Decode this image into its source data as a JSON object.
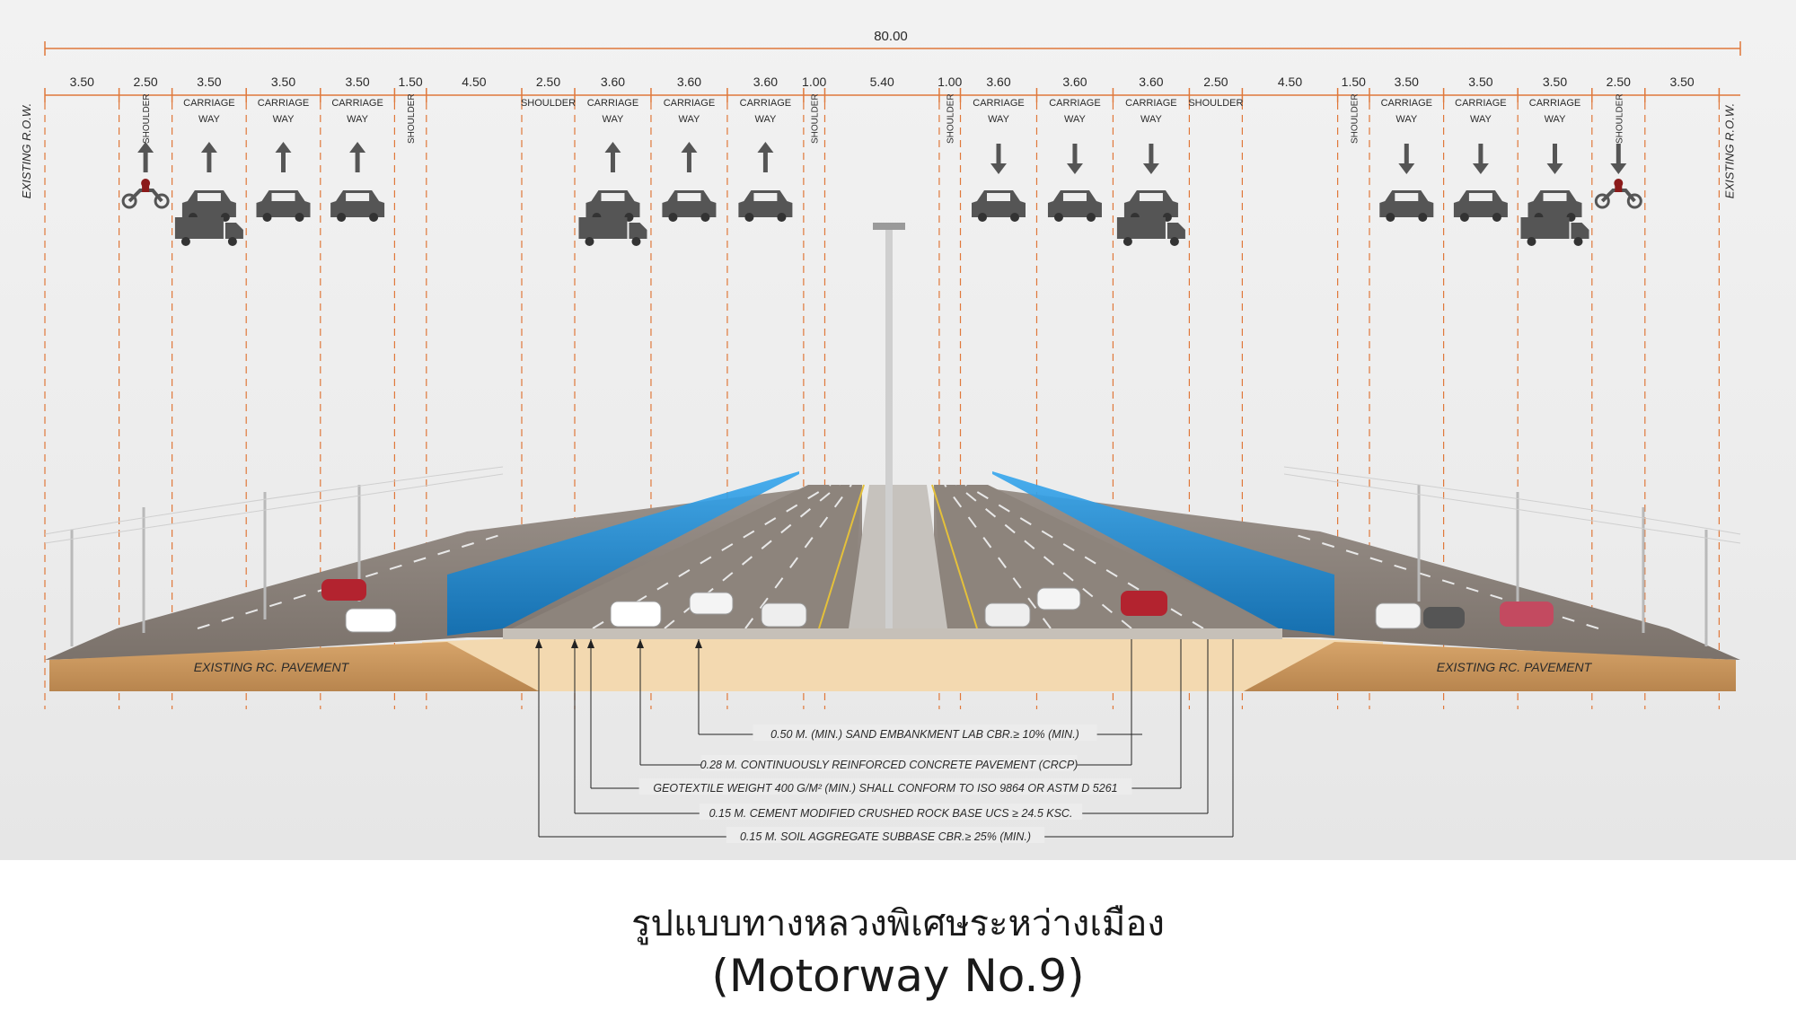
{
  "total_width": "80.00",
  "segments": [
    {
      "width": "3.50",
      "label": "EXISTING R.O.W.",
      "kind": "row-left"
    },
    {
      "width": "2.50",
      "label": "SHOULDER",
      "kind": "shoulder-vertical",
      "arrow": "up",
      "vehicles": [
        "motorcycle"
      ]
    },
    {
      "width": "3.50",
      "label": "CARRIAGE WAY",
      "kind": "lane",
      "arrow": "up",
      "vehicles": [
        "car",
        "truck"
      ]
    },
    {
      "width": "3.50",
      "label": "CARRIAGE WAY",
      "kind": "lane",
      "arrow": "up",
      "vehicles": [
        "car"
      ]
    },
    {
      "width": "3.50",
      "label": "CARRIAGE WAY",
      "kind": "lane",
      "arrow": "up",
      "vehicles": [
        "car"
      ]
    },
    {
      "width": "1.50",
      "label": "SHOULDER",
      "kind": "shoulder-vertical"
    },
    {
      "width": "4.50",
      "label": "",
      "kind": "gap"
    },
    {
      "width": "2.50",
      "label": "SHOULDER",
      "kind": "shoulder"
    },
    {
      "width": "3.60",
      "label": "CARRIAGE WAY",
      "kind": "lane",
      "arrow": "up",
      "vehicles": [
        "car",
        "truck"
      ]
    },
    {
      "width": "3.60",
      "label": "CARRIAGE WAY",
      "kind": "lane",
      "arrow": "up",
      "vehicles": [
        "car"
      ]
    },
    {
      "width": "3.60",
      "label": "CARRIAGE WAY",
      "kind": "lane",
      "arrow": "up",
      "vehicles": [
        "car"
      ]
    },
    {
      "width": "1.00",
      "label": "SHOULDER",
      "kind": "shoulder-vertical"
    },
    {
      "width": "5.40",
      "label": "",
      "kind": "median"
    },
    {
      "width": "1.00",
      "label": "SHOULDER",
      "kind": "shoulder-vertical"
    },
    {
      "width": "3.60",
      "label": "CARRIAGE WAY",
      "kind": "lane",
      "arrow": "down",
      "vehicles": [
        "car"
      ]
    },
    {
      "width": "3.60",
      "label": "CARRIAGE WAY",
      "kind": "lane",
      "arrow": "down",
      "vehicles": [
        "car"
      ]
    },
    {
      "width": "3.60",
      "label": "CARRIAGE WAY",
      "kind": "lane",
      "arrow": "down",
      "vehicles": [
        "car",
        "truck"
      ]
    },
    {
      "width": "2.50",
      "label": "SHOULDER",
      "kind": "shoulder"
    },
    {
      "width": "4.50",
      "label": "",
      "kind": "gap"
    },
    {
      "width": "1.50",
      "label": "SHOULDER",
      "kind": "shoulder-vertical"
    },
    {
      "width": "3.50",
      "label": "CARRIAGE WAY",
      "kind": "lane",
      "arrow": "down",
      "vehicles": [
        "car"
      ]
    },
    {
      "width": "3.50",
      "label": "CARRIAGE WAY",
      "kind": "lane",
      "arrow": "down",
      "vehicles": [
        "car"
      ]
    },
    {
      "width": "3.50",
      "label": "CARRIAGE WAY",
      "kind": "lane",
      "arrow": "down",
      "vehicles": [
        "car",
        "truck"
      ]
    },
    {
      "width": "2.50",
      "label": "SHOULDER",
      "kind": "shoulder-vertical",
      "arrow": "down",
      "vehicles": [
        "motorcycle"
      ]
    },
    {
      "width": "3.50",
      "label": "EXISTING R.O.W.",
      "kind": "row-right"
    }
  ],
  "pavement_labels": {
    "left": "EXISTING RC. PAVEMENT",
    "right": "EXISTING RC. PAVEMENT"
  },
  "layers": [
    {
      "text": "0.50 M. (MIN.) SAND EMBANKMENT LAB CBR.≥ 10% (MIN.)"
    },
    {
      "text": "0.28 M. CONTINUOUSLY REINFORCED CONCRETE PAVEMENT (CRCP)"
    },
    {
      "text": "GEOTEXTILE WEIGHT 400 G/M² (MIN.) SHALL CONFORM TO ISO 9864 OR ASTM D 5261"
    },
    {
      "text": "0.15 M. CEMENT MODIFIED CRUSHED ROCK BASE UCS ≥ 24.5 KSC."
    },
    {
      "text": "0.15 M. SOIL AGGREGATE SUBBASE CBR.≥ 25% (MIN.)"
    }
  ],
  "caption": {
    "thai": "รูปแบบทางหลวงพิเศษระหว่างเมือง",
    "english": "(Motorway No.9)"
  },
  "colors": {
    "dimension_line": "#e0783a",
    "noise_barrier": "#1e90d8",
    "road_surface": "#8a8078",
    "embankment": "#f3d9b0",
    "soil": "#c9935a",
    "icon": "#555555"
  }
}
